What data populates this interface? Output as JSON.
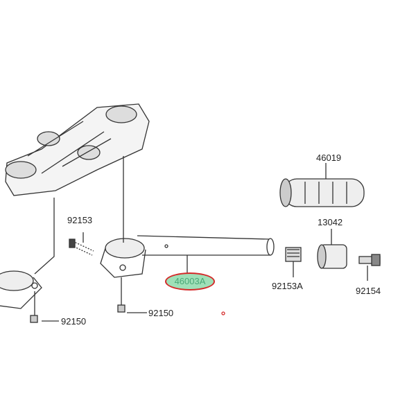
{
  "parts": {
    "p46019": "46019",
    "p13042": "13042",
    "p92153": "92153",
    "p92153A": "92153A",
    "p92154": "92154",
    "p92150_left": "92150",
    "p92150_mid": "92150",
    "p46003A": "46003A"
  },
  "colors": {
    "highlight_border": "#d42a2a",
    "highlight_fill": "#9fe0b8"
  }
}
